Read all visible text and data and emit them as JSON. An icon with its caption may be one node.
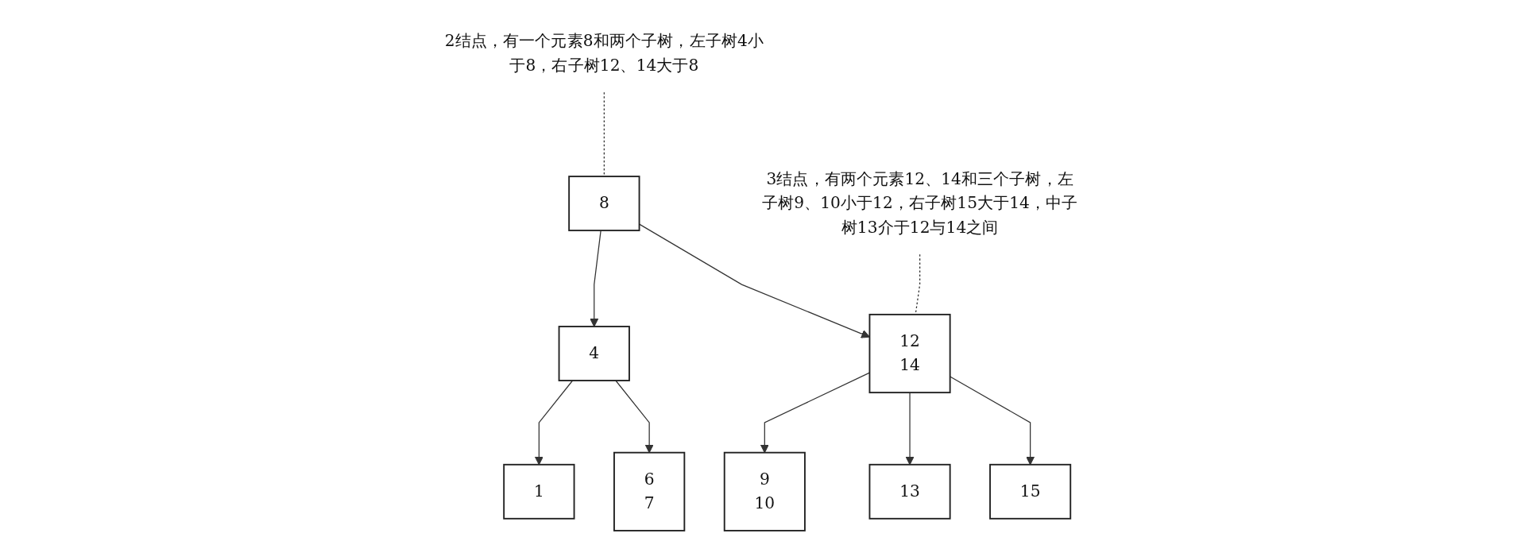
{
  "diagram": {
    "nodes": [
      {
        "text": [
          "2结点，有一个元素8和两个子树，左子树4小于8，右子树12、14大于8"
        ]
      },
      {
        "text": [
          "8"
        ]
      },
      {
        "text": [
          "3结点，有两个元素12、14和三个子树，左子树9、10小于12，右子树15大于14，中子树13介于12与14之间"
        ]
      },
      {
        "text": [
          "4"
        ]
      },
      {
        "text": [
          "12",
          "14"
        ]
      },
      {
        "text": [
          "1"
        ]
      },
      {
        "text": [
          "6",
          "7"
        ]
      },
      {
        "text": [
          "9",
          "10"
        ]
      },
      {
        "text": [
          "13"
        ]
      },
      {
        "text": [
          "15"
        ]
      }
    ],
    "edges": [
      {
        "from": 0,
        "to": 1,
        "arrow": "none",
        "style": "dashed"
      },
      {
        "from": 2,
        "to": 4,
        "arrow": "none",
        "style": "dashed"
      },
      {
        "from": 1,
        "to": 3,
        "arrow": "to"
      },
      {
        "from": 1,
        "to": 4,
        "arrow": "to"
      },
      {
        "from": 3,
        "to": 5,
        "arrow": "to"
      },
      {
        "from": 3,
        "to": 6,
        "arrow": "to"
      },
      {
        "from": 4,
        "to": 7,
        "arrow": "to"
      },
      {
        "from": 4,
        "to": 8,
        "arrow": "to"
      },
      {
        "from": 4,
        "to": 9,
        "arrow": "to"
      }
    ]
  }
}
